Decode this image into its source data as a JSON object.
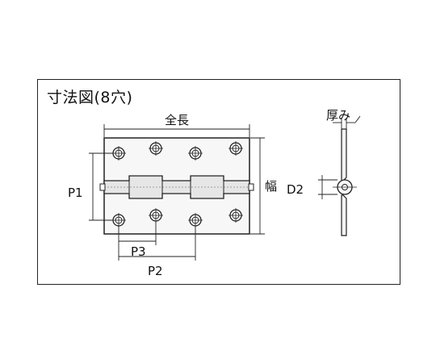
{
  "diagram": {
    "title": "寸法図(8穴)",
    "labels": {
      "total_length": "全長",
      "width": "幅",
      "thickness": "厚み",
      "p1": "P1",
      "p2": "P2",
      "p3": "P3",
      "d2": "D2"
    },
    "colors": {
      "line": "#222222",
      "fill": "#f2f2f2"
    }
  }
}
